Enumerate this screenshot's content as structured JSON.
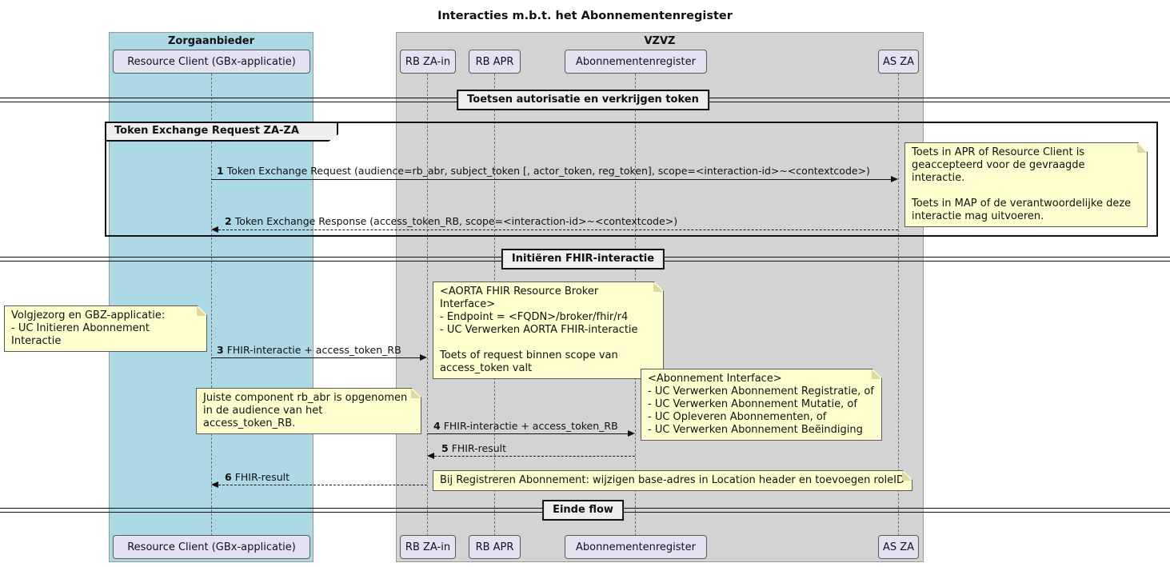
{
  "title": "Interacties m.b.t. het Abonnementenregister",
  "boxes": [
    {
      "label": "Zorgaanbieder",
      "fill": "#ADD8E6"
    },
    {
      "label": "VZVZ",
      "fill": "#D3D3D3"
    }
  ],
  "participants": [
    "Resource Client (GBx-applicatie)",
    "RB ZA-in",
    "RB APR",
    "Abonnementenregister",
    "AS ZA"
  ],
  "dividers": [
    "Toetsen autorisatie en verkrijgen token",
    "Initiëren FHIR-interactie",
    "Einde flow"
  ],
  "frame": {
    "label": "Token Exchange Request ZA-ZA"
  },
  "messages": [
    {
      "num": "1",
      "text": "Token Exchange Request (audience=rb_abr, subject_token [, actor_token, reg_token], scope=<interaction-id>~<contextcode>)"
    },
    {
      "num": "2",
      "text": "Token Exchange Response (access_token_RB, scope=<interaction-id>~<contextcode>)"
    },
    {
      "num": "3",
      "text": "FHIR-interactie + access_token_RB"
    },
    {
      "num": "4",
      "text": "FHIR-interactie + access_token_RB"
    },
    {
      "num": "5",
      "text": "FHIR-result"
    },
    {
      "num": "6",
      "text": "FHIR-result"
    }
  ],
  "notes": [
    {
      "text": "Toets in APR of Resource Client is\ngeaccepteerd voor de gevraagde interactie.\n\nToets in MAP of de verantwoordelijke deze\ninteractie mag uitvoeren."
    },
    {
      "text": "<AORTA FHIR Resource Broker Interface>\n- Endpoint = <FQDN>/broker/fhir/r4\n- UC Verwerken AORTA FHIR-interactie\n\nToets of request binnen scope van\naccess_token valt"
    },
    {
      "text": "Volgjezorg en GBZ-applicatie:\n- UC Initieren Abonnement Interactie"
    },
    {
      "text": "Juiste component rb_abr is opgenomen\nin de audience van het access_token_RB."
    },
    {
      "text": "<Abonnement Interface>\n- UC Verwerken Abonnement Registratie, of\n- UC Verwerken Abonnement Mutatie, of\n- UC Opleveren Abonnementen, of\n- UC Verwerken Abonnement Beëindiging"
    },
    {
      "text": "Bij Registreren Abonnement: wijzigen base-adres in Location header en toevoegen roleID"
    }
  ],
  "colors": {
    "zorgaanbieder_fill": "#ADD8E6",
    "vzvz_fill": "#D3D3D3",
    "participant_fill": "#E2E2F0",
    "note_fill": "#FEFECE",
    "label_box_fill": "#EEEEEE",
    "line_color": "#111111"
  }
}
